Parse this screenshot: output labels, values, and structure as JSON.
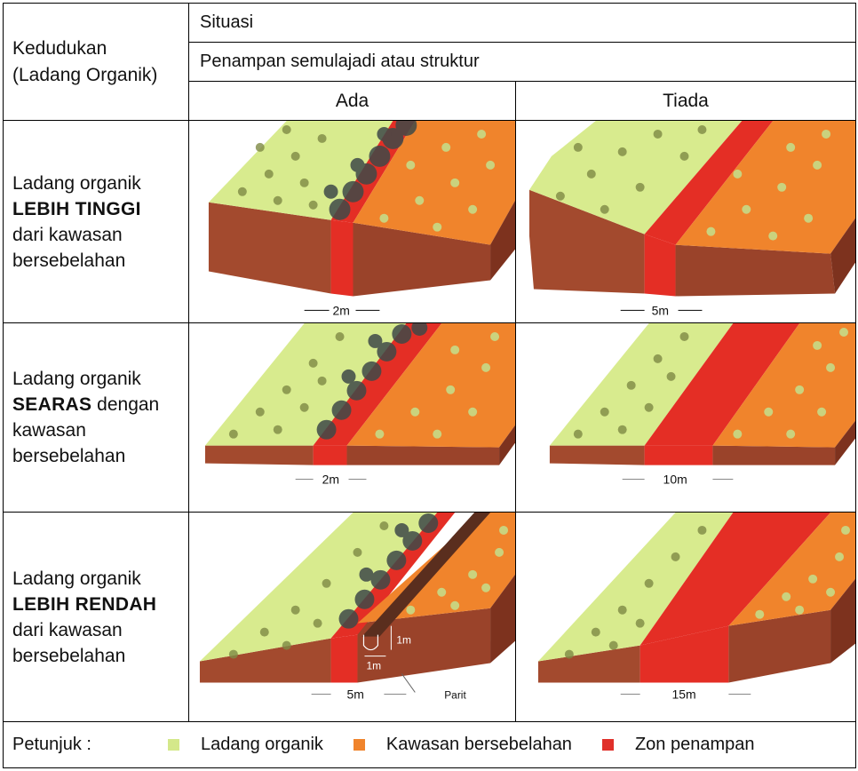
{
  "header": {
    "kedudukan": "Kedudukan",
    "ladang_organik": "(Ladang Organik)",
    "situasi": "Situasi",
    "penampan": "Penampan semulajadi atau struktur",
    "col_ada": "Ada",
    "col_tiada": "Tiada"
  },
  "rows": [
    {
      "line1": "Ladang organik",
      "bold": "LEBIH TINGGI",
      "after_bold": "",
      "line3": "dari kawasan",
      "line4": "bersebelahan",
      "ada_dim": "2m",
      "tiada_dim": "5m"
    },
    {
      "line1": "Ladang organik",
      "bold": "SEARAS",
      "after_bold": " dengan",
      "line3": "kawasan",
      "line4": "bersebelahan",
      "ada_dim": "2m",
      "tiada_dim": "10m"
    },
    {
      "line1": "Ladang organik",
      "bold": "LEBIH RENDAH",
      "after_bold": "",
      "line3": "dari kawasan",
      "line4": "bersebelahan",
      "ada_dim": "5m",
      "tiada_dim": "15m",
      "ditch_depth": "1m",
      "ditch_width": "1m",
      "ditch_label": "Parit"
    }
  ],
  "legend": {
    "label": "Petunjuk :",
    "items": [
      {
        "label": "Ladang organik",
        "color": "#d4e88a"
      },
      {
        "label": "Kawasan bersebelahan",
        "color": "#f0842c"
      },
      {
        "label": "Zon penampan",
        "color": "#e0302a"
      }
    ]
  },
  "colors": {
    "organic": "#d8eb8e",
    "adjacent": "#f0842c",
    "buffer": "#e42e25",
    "soil": "#a34a2e",
    "trees": "#3f4a48"
  }
}
